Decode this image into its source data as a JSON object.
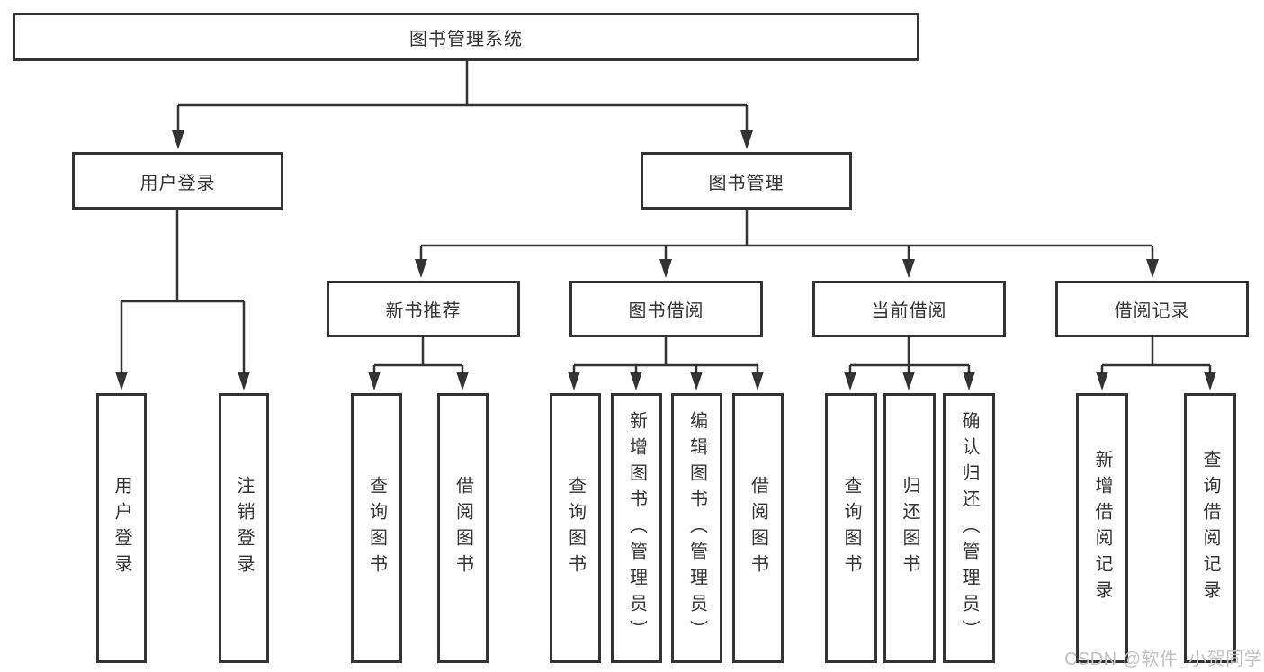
{
  "diagram": {
    "root": {
      "label": "图书管理系统"
    },
    "branches": [
      {
        "label": "用户登录",
        "children": [
          {
            "label": "用户登录"
          },
          {
            "label": "注销登录"
          }
        ]
      },
      {
        "label": "图书管理",
        "sections": [
          {
            "label": "新书推荐",
            "children": [
              {
                "label": "查询图书"
              },
              {
                "label": "借阅图书"
              }
            ]
          },
          {
            "label": "图书借阅",
            "children": [
              {
                "label": "查询图书"
              },
              {
                "label": "新增图书（管理员）"
              },
              {
                "label": "编辑图书（管理员）"
              },
              {
                "label": "借阅图书"
              }
            ]
          },
          {
            "label": "当前借阅",
            "children": [
              {
                "label": "查询图书"
              },
              {
                "label": "归还图书"
              },
              {
                "label": "确认归还（管理员）"
              }
            ]
          },
          {
            "label": "借阅记录",
            "children": [
              {
                "label": "新增借阅记录"
              },
              {
                "label": "查询借阅记录"
              }
            ]
          }
        ]
      }
    ]
  },
  "watermark": {
    "text": "CSDN @软件_小贺同学"
  },
  "colors": {
    "line": "#333333",
    "text": "#333333",
    "watermark": "#c2c2c2",
    "bg": "#ffffff"
  }
}
